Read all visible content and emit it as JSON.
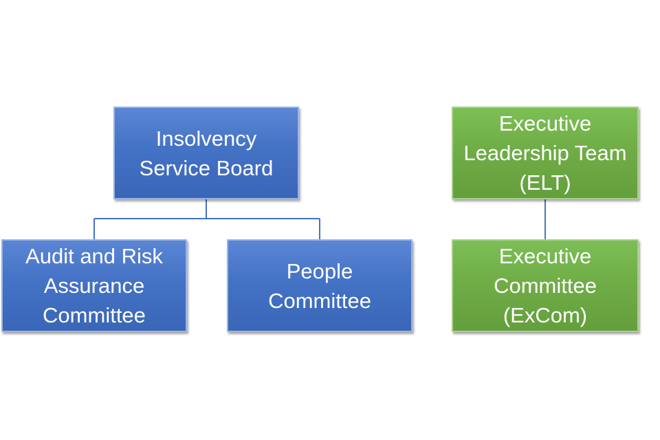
{
  "diagram": {
    "left_tree": {
      "root": {
        "label": "Insolvency\nService Board",
        "color": "#4472c4"
      },
      "children": [
        {
          "label": "Audit and Risk\nAssurance\nCommittee",
          "color": "#4472c4"
        },
        {
          "label": "People\nCommittee",
          "color": "#4472c4"
        }
      ]
    },
    "right_tree": {
      "root": {
        "label": "Executive\nLeadership Team\n(ELT)",
        "color": "#70ad47"
      },
      "children": [
        {
          "label": "Executive\nCommittee\n(ExCom)",
          "color": "#70ad47"
        }
      ]
    },
    "connector_color": "#4472c4"
  }
}
